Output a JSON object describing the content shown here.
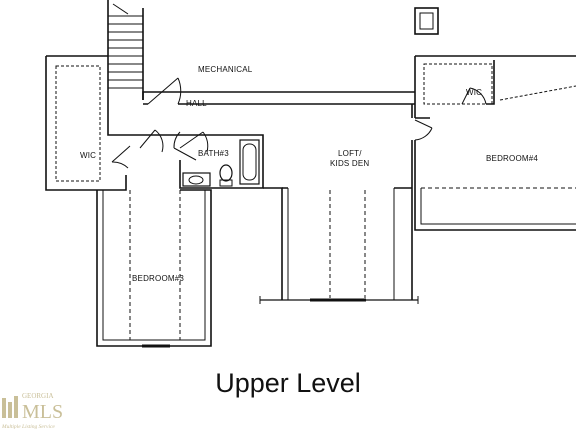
{
  "rooms": {
    "mechanical": "MECHANICAL",
    "hall": "HALL",
    "wic_left": "WIC",
    "wic_right": "WIC",
    "bath3": "BATH#3",
    "loft_line1": "LOFT/",
    "loft_line2": "KIDS DEN",
    "bedroom4": "BEDROOM#4",
    "bedroom3": "BEDROOM#3"
  },
  "caption": "Upper Level",
  "watermark": {
    "top": "GEORGIA",
    "main": "MLS",
    "sub": "Multiple Listing Service"
  }
}
